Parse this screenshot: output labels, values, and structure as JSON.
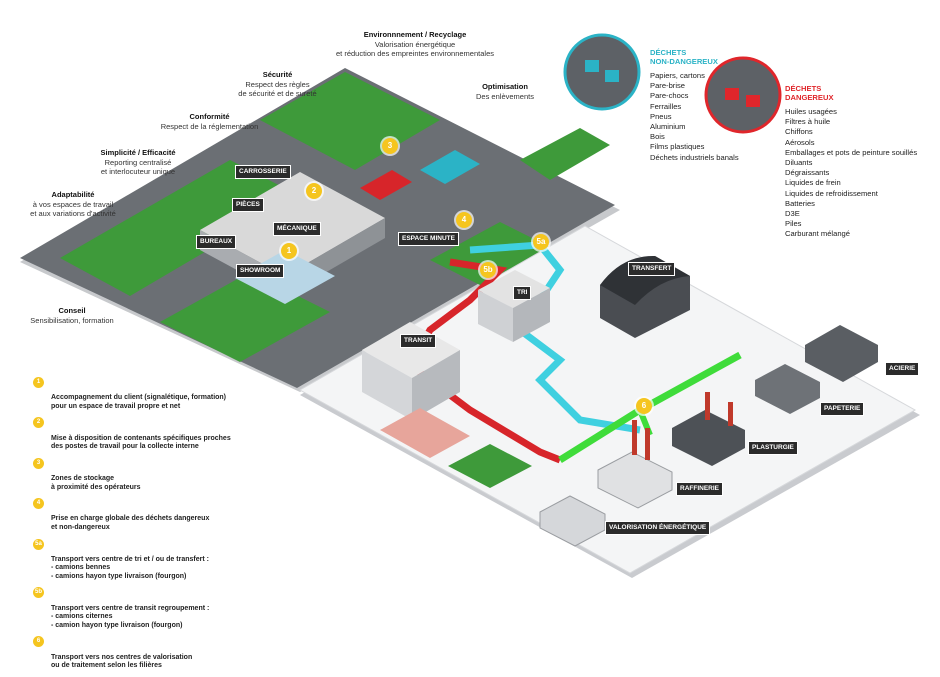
{
  "annotations": {
    "env": {
      "title": "Environnnement / Recyclage",
      "lines": [
        "Valorisation énergétique",
        "et réduction des empreintes environnementales"
      ]
    },
    "securite": {
      "title": "Sécurité",
      "lines": [
        "Respect des règles",
        "de sécurité et de sureté"
      ]
    },
    "optimisation": {
      "title": "Optimisation",
      "lines": [
        "Des enlèvements"
      ]
    },
    "conformite": {
      "title": "Conformité",
      "lines": [
        "Respect de la réglementation"
      ]
    },
    "simplicite": {
      "title": "Simplicité / Efficacité",
      "lines": [
        "Reporting centralisé",
        "et interlocuteur unique"
      ]
    },
    "adaptabilite": {
      "title": "Adaptabilité",
      "lines": [
        "à vos espaces de travail",
        "et aux variations d'activité"
      ]
    },
    "conseil": {
      "title": "Conseil",
      "lines": [
        "Sensibilisation, formation"
      ]
    }
  },
  "non_dangereux": {
    "title_1": "DÉCHETS",
    "title_2": "NON-DANGEREUX",
    "items": [
      "Papiers, cartons",
      "Pare-brise",
      "Pare-chocs",
      "Ferrailles",
      "Pneus",
      "Aluminium",
      "Bois",
      "Films plastiques",
      "Déchets industriels banals"
    ],
    "color": "#2bb3c6"
  },
  "dangereux": {
    "title_1": "DÉCHETS",
    "title_2": "DANGEREUX",
    "items": [
      "Huiles usagées",
      "Filtres à huile",
      "Chiffons",
      "Aérosols",
      "Emballages et pots de peinture souillés",
      "Diluants",
      "Dégraissants",
      "Liquides de frein",
      "Liquides de refroidissement",
      "Batteries",
      "D3E",
      "Piles",
      "Carburant mélangé"
    ],
    "color": "#e0262b"
  },
  "map_labels": {
    "carrosserie": "CARROSSERIE",
    "pieces": "PIÈCES",
    "mecanique": "MÉCANIQUE",
    "bureaux": "BUREAUX",
    "showroom": "SHOWROOM",
    "espace_minute": "ESPACE MINUTE",
    "tri": "TRI",
    "transfert": "TRANSFERT",
    "transit": "TRANSIT",
    "acierie": "ACIERIE",
    "papeterie": "PAPETERIE",
    "plasturgie": "PLASTURGIE",
    "raffinerie": "RAFFINERIE",
    "valorisation": "VALORISATION ÉNERGÉTIQUE"
  },
  "badges": {
    "b1": "1",
    "b2": "2",
    "b3": "3",
    "b4": "4",
    "b5a": "5a",
    "b5b": "5b",
    "b6": "6"
  },
  "legend": [
    {
      "num": "1",
      "text": "Accompagnement du client (signalétique, formation)\npour un espace de travail propre et net"
    },
    {
      "num": "2",
      "text": "Mise à disposition de contenants spécifiques proches\ndes postes de travail pour la collecte interne"
    },
    {
      "num": "3",
      "text": "Zones de stockage\nà proximité des opérateurs"
    },
    {
      "num": "4",
      "text": "Prise en charge globale des déchets dangereux\net non-dangereux"
    },
    {
      "num": "5a",
      "text": "Transport vers centre de tri et / ou de transfert :\n- camions bennes\n- camions hayon type livraison (fourgon)"
    },
    {
      "num": "5b",
      "text": "Transport vers centre de transit regroupement :\n- camions citernes\n- camion hayon type livraison (fourgon)"
    },
    {
      "num": "6",
      "text": "Transport vers nos centres de valorisation\nou de traitement selon les filières"
    }
  ],
  "colors": {
    "badge": "#f5c51f",
    "green_route": "#3fdc3a",
    "cyan_route": "#3fd0e0",
    "red_route": "#d7252a",
    "grass": "#3e9a3a",
    "asphalt": "#5a5e63",
    "label_bg": "#2b2b2b"
  }
}
